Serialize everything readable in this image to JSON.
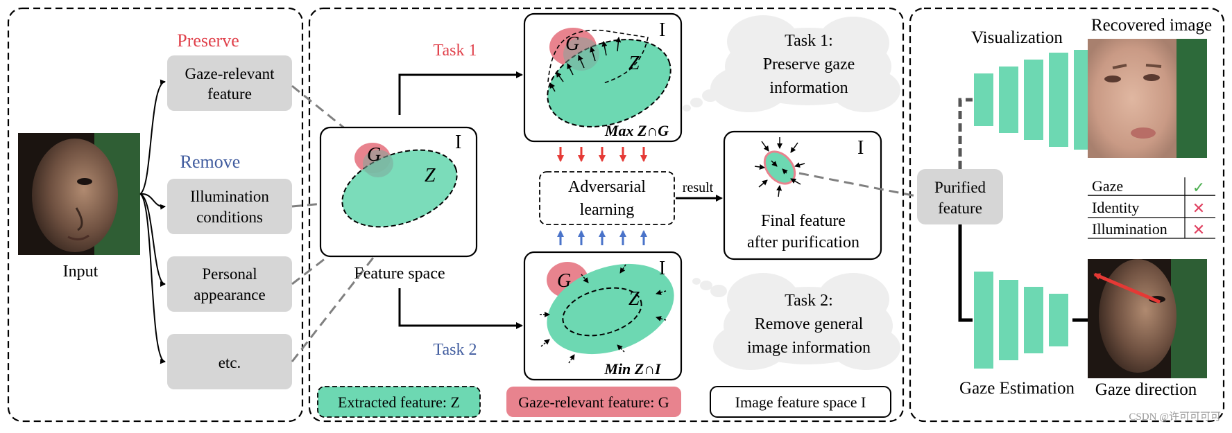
{
  "colors": {
    "feature_green": "#6dd8b2",
    "gaze_pink": "#e8838e",
    "gray_box": "#d6d6d6",
    "cloud": "#eeeeee",
    "task1_red": "#e0404a",
    "task2_blue": "#3f5b9e",
    "arrow_red": "#e53935",
    "arrow_blue": "#4a73c9",
    "check_green": "#4caf50",
    "cross_red": "#e04060"
  },
  "left_panel": {
    "input_label": "Input",
    "preserve_label": "Preserve",
    "remove_label": "Remove",
    "boxes": [
      {
        "line1": "Gaze-relevant",
        "line2": "feature"
      },
      {
        "line1": "Illumination",
        "line2": "conditions"
      },
      {
        "line1": "Personal",
        "line2": "appearance"
      },
      {
        "line1": "etc.",
        "line2": ""
      }
    ]
  },
  "middle_panel": {
    "feature_space_label": "Feature space",
    "task1_label": "Task 1",
    "task2_label": "Task 2",
    "g_symbol": "G",
    "z_symbol": "Z",
    "i_symbol": "I",
    "max_text": "Max Z∩G",
    "min_text": "Min Z∩I",
    "adversarial_line1": "Adversarial",
    "adversarial_line2": "learning",
    "result_label": "result",
    "final_line1": "Final feature",
    "final_line2": "after purification",
    "cloud1": [
      "Task 1:",
      "Preserve gaze",
      "information"
    ],
    "cloud2": [
      "Task 2:",
      "Remove general",
      "image information"
    ],
    "legend": {
      "extracted": "Extracted feature: Z",
      "gaze_relevant": "Gaze-relevant feature: G",
      "image_space": "Image feature space I"
    }
  },
  "right_panel": {
    "purified_line1": "Purified",
    "purified_line2": "feature",
    "visualization_label": "Visualization",
    "recovered_label": "Recovered image",
    "gaze_estimation_label": "Gaze Estimation",
    "gaze_direction_label": "Gaze direction",
    "table": [
      {
        "attribute": "Gaze",
        "mark": "✓"
      },
      {
        "attribute": "Identity",
        "mark": "✕"
      },
      {
        "attribute": "Illumination",
        "mark": "✕"
      }
    ]
  },
  "watermark": "CSDN @许可可可可"
}
